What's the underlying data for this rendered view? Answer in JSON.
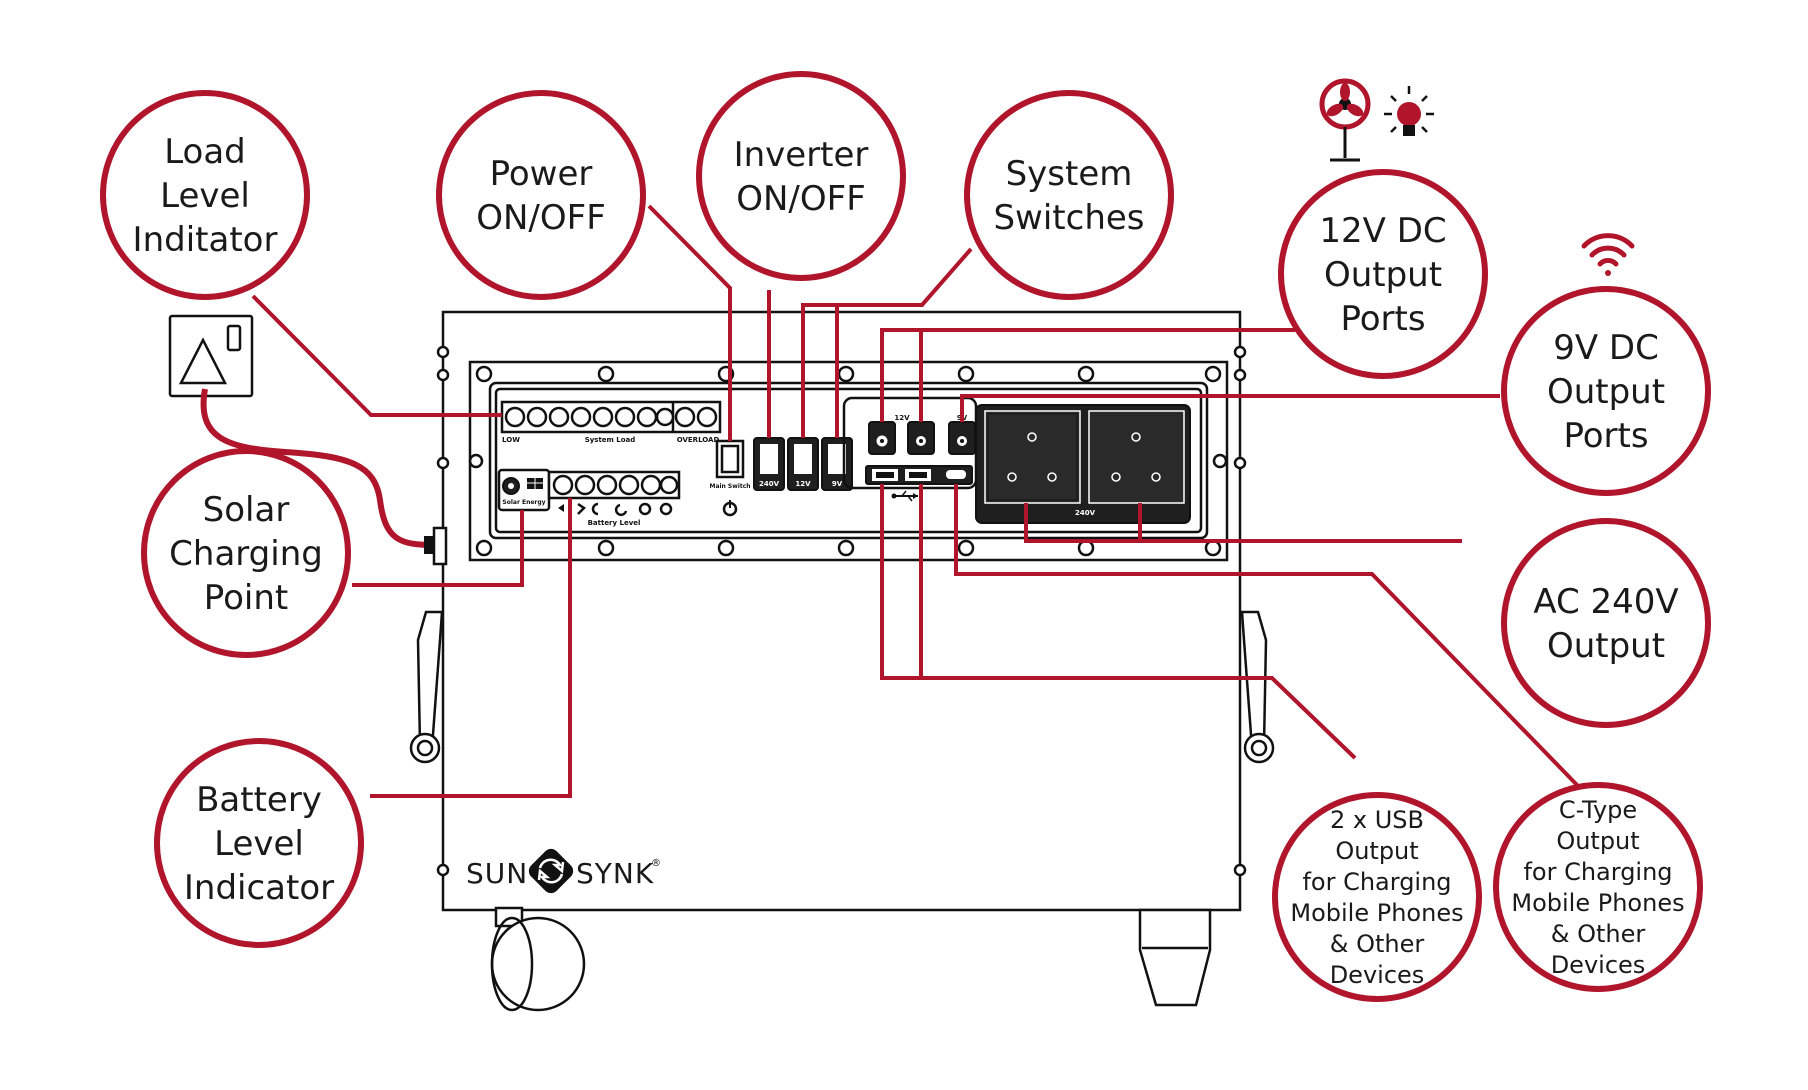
{
  "brand": {
    "left": "SUN",
    "right": "SYNK",
    "mark": "®"
  },
  "panel_labels": {
    "low": "LOW",
    "system_load": "System Load",
    "overload": "OVERLOAD",
    "solar_energy": "Solar Energy",
    "battery_level": "Battery Level",
    "main_switch": "Main Switch",
    "sw_240v": "240V",
    "sw_12v": "12V",
    "sw_9v": "9V",
    "port_12v": "12V",
    "port_9v": "9V",
    "socket_240v": "240V"
  },
  "callouts": [
    {
      "id": "load-level",
      "lines": [
        "Load",
        "Level",
        "Inditator"
      ]
    },
    {
      "id": "power",
      "lines": [
        "Power",
        "ON/OFF"
      ]
    },
    {
      "id": "inverter",
      "lines": [
        "Inverter",
        "ON/OFF"
      ]
    },
    {
      "id": "system-switches",
      "lines": [
        "System",
        "Switches"
      ]
    },
    {
      "id": "dc12",
      "lines": [
        "12V DC",
        "Output",
        "Ports"
      ]
    },
    {
      "id": "dc9",
      "lines": [
        "9V DC",
        "Output",
        "Ports"
      ]
    },
    {
      "id": "solar",
      "lines": [
        "Solar",
        "Charging",
        "Point"
      ]
    },
    {
      "id": "ac240",
      "lines": [
        "AC 240V",
        "Output"
      ]
    },
    {
      "id": "battery",
      "lines": [
        "Battery",
        "Level",
        "Indicator"
      ]
    },
    {
      "id": "usb",
      "lines": [
        "2 x USB",
        "Output",
        "for Charging",
        "Mobile Phones",
        "& Other",
        "Devices"
      ]
    },
    {
      "id": "ctype",
      "lines": [
        "C-Type",
        "Output",
        "for Charging",
        "Mobile Phones",
        "& Other",
        "Devices"
      ]
    }
  ],
  "icons": [
    "fan-icon",
    "light-bulb-icon",
    "wifi-icon",
    "wall-socket-icon",
    "plug-icon",
    "usb-icon",
    "power-icon",
    "solar-panel-icon"
  ],
  "colors": {
    "accent": "#b0152c",
    "ink": "#111111"
  }
}
